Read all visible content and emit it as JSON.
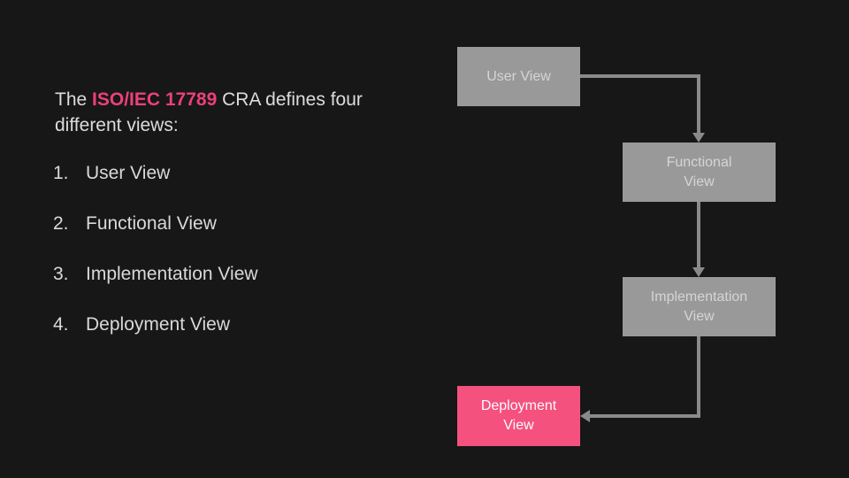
{
  "slide": {
    "background": "#171717",
    "title": {
      "text_before": "The",
      "highlight": "ISO/IEC 17789",
      "text_after": "CRA defines four",
      "line2": "different views:",
      "highlight_color": "#ea4179",
      "text_color": "#dcdcdc"
    },
    "views_list": {
      "items": [
        {
          "number": "1.",
          "label": "User View"
        },
        {
          "number": "2.",
          "label": "Functional View"
        },
        {
          "number": "3.",
          "label": "Implementation View"
        },
        {
          "number": "4.",
          "label": "Deployment View"
        }
      ]
    },
    "flowchart": {
      "nodes": [
        {
          "label": "User View",
          "fill": "#999999",
          "text_color": "#d5d5d5"
        },
        {
          "label": "Functional\nView",
          "fill": "#999999",
          "text_color": "#d5d5d5"
        },
        {
          "label": "Implementation\nView",
          "fill": "#999999",
          "text_color": "#d5d5d5"
        },
        {
          "label": "Deployment\nView",
          "fill": "#f4517f",
          "text_color": "#fbfbfb"
        }
      ],
      "connector_color": "#8a8a8a"
    }
  }
}
